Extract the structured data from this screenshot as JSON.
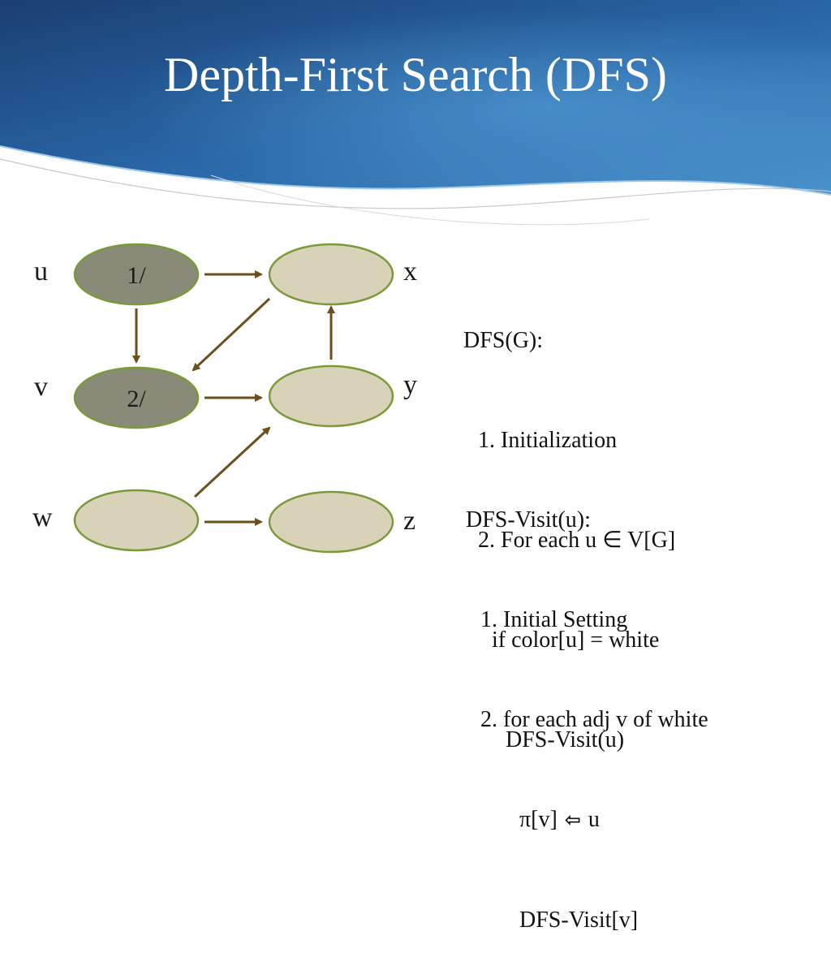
{
  "slide": {
    "title": "Depth-First Search (DFS)"
  },
  "graph": {
    "nodes": [
      {
        "id": "u",
        "label": "u",
        "text": "1/",
        "state": "gray"
      },
      {
        "id": "x",
        "label": "x",
        "text": "",
        "state": "white"
      },
      {
        "id": "v",
        "label": "v",
        "text": "2/",
        "state": "gray"
      },
      {
        "id": "y",
        "label": "y",
        "text": "",
        "state": "white"
      },
      {
        "id": "w",
        "label": "w",
        "text": "",
        "state": "white"
      },
      {
        "id": "z",
        "label": "z",
        "text": "",
        "state": "white"
      }
    ],
    "edges": [
      {
        "from": "u",
        "to": "x"
      },
      {
        "from": "u",
        "to": "v"
      },
      {
        "from": "x",
        "to": "v"
      },
      {
        "from": "v",
        "to": "y"
      },
      {
        "from": "y",
        "to": "x"
      },
      {
        "from": "w",
        "to": "y"
      },
      {
        "from": "w",
        "to": "z"
      }
    ],
    "colors": {
      "gray_fill": "#8a8a78",
      "white_fill": "#d8d3b8",
      "node_border": "#7a9a3a",
      "edge": "#6b4f1d"
    }
  },
  "code": {
    "dfs": {
      "header": "DFS(G):",
      "line1": "1. Initialization",
      "line2_prefix": "2. For each u ",
      "line2_symbol": "∈",
      "line2_suffix": " V[G]",
      "line3": "if color[u] = white",
      "line4": "DFS-Visit(u)"
    },
    "visit": {
      "header": "DFS-Visit(u):",
      "line1": "1. Initial Setting",
      "line2": "2. for each adj v of white",
      "line3_prefix": "π[v] ",
      "line3_arrow": "⇦",
      "line3_suffix": " u",
      "line4": "DFS-Visit[v]"
    }
  },
  "theme": {
    "banner_dark": "#173a6e",
    "banner_light": "#3d86c2",
    "title_color": "#ffffff"
  }
}
